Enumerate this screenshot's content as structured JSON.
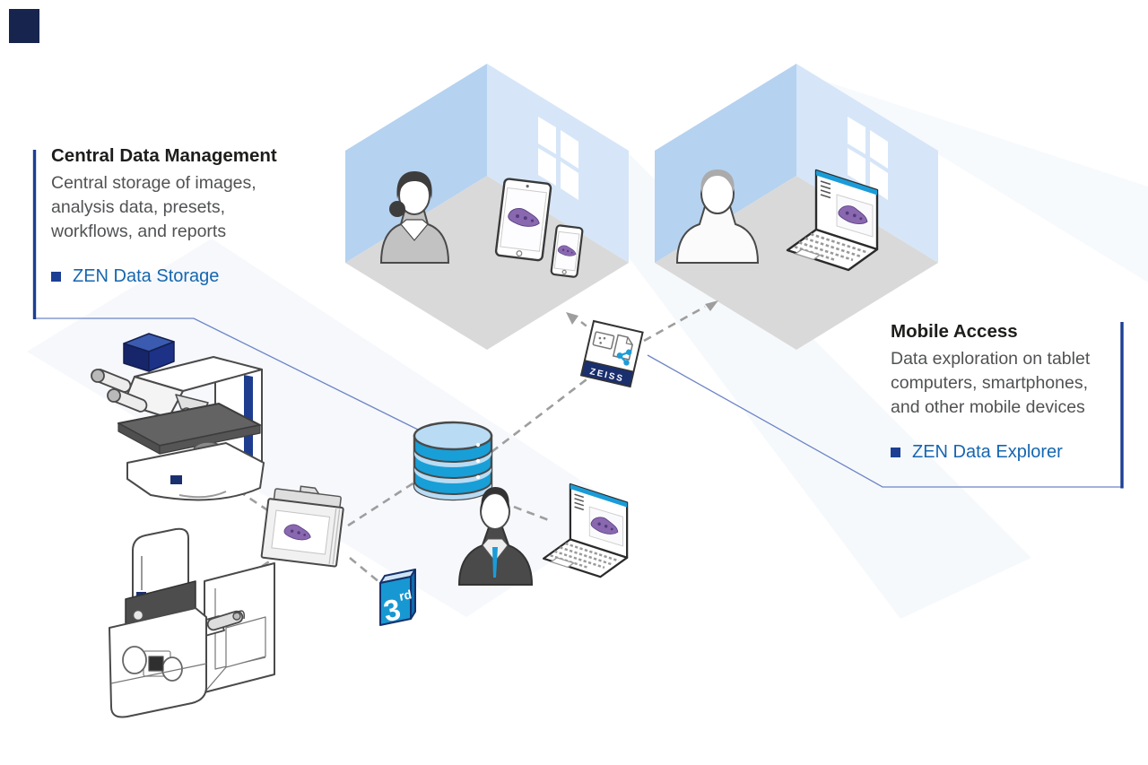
{
  "annotations": {
    "central": {
      "title": "Central Data Management",
      "line1": "Central storage of images,",
      "line2": "analysis data, presets,",
      "line3": "workflows, and reports",
      "bullet": "ZEN Data Storage"
    },
    "mobile": {
      "title": "Mobile Access",
      "line1": "Data exploration on tablet",
      "line2": "computers, smartphones,",
      "line3": "and other mobile devices",
      "bullet": "ZEN Data Explorer"
    }
  },
  "labels": {
    "third_party_digit": "3",
    "third_party_suffix": "rd",
    "zen_card_brand": "ZEISS"
  },
  "icons": {
    "brand_logo": "zeiss-brand-square",
    "light_microscope": "upright-light-microscope",
    "electron_microscope": "electron-microscope",
    "slide_folder": "slide-folder-with-specimen",
    "third_party_box": "third-party-software-box",
    "database": "central-storage-database-cylinder",
    "zen_card": "zen-share-card",
    "tablet": "tablet-with-specimen",
    "smartphone": "smartphone-with-specimen",
    "laptop": "laptop-with-specimen",
    "woman_user": "female-user-bust",
    "man_user": "male-user-bust",
    "suit_user": "business-user-bust",
    "rooms": "isometric-rooms-with-window",
    "connections": "dashed-network-lines"
  },
  "colors": {
    "accent_navy": "#1c3f94",
    "dark_navy_band": "#1a2f6e",
    "link_blue": "#1566b0",
    "bright_blue": "#189fd7",
    "wall_blue_left": "#b5d2f0",
    "wall_blue_right": "#d6e6f8",
    "floor_gray": "#d9d9d9",
    "dashed_gray": "#9e9e9e",
    "text_dark": "#1d1d1b",
    "text_gray": "#515254",
    "specimen_purple": "#8a68b0"
  }
}
